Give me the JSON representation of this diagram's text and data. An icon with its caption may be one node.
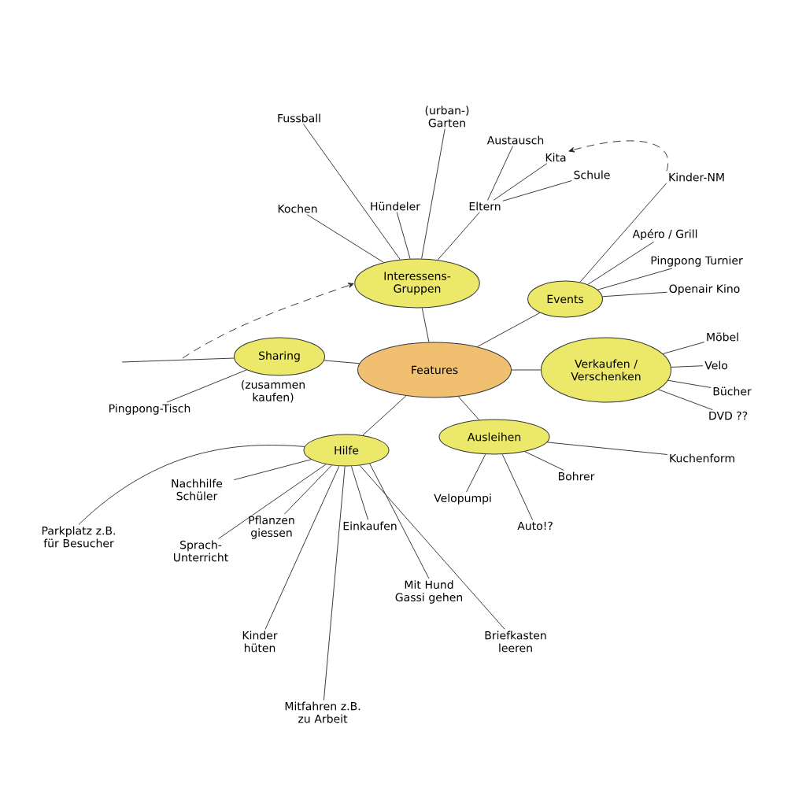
{
  "diagram": {
    "nodes": [
      {
        "text": [
          "Features"
        ]
      },
      {
        "text": [
          "Interessens-Gruppen"
        ]
      },
      {
        "text": [
          "Kochen"
        ]
      },
      {
        "text": [
          "Fussball"
        ]
      },
      {
        "text": [
          "(urban-) Garten"
        ]
      },
      {
        "text": [
          "Hündeler"
        ]
      },
      {
        "text": [
          "Eltern"
        ]
      },
      {
        "text": [
          "Austausch"
        ]
      },
      {
        "text": [
          "Kita"
        ]
      },
      {
        "text": [
          "Schule"
        ]
      },
      {
        "text": [
          "Kinder-NM"
        ]
      },
      {
        "text": [
          "Events"
        ]
      },
      {
        "text": [
          "Apéro / Grill"
        ]
      },
      {
        "text": [
          "Pingpong Turnier"
        ]
      },
      {
        "text": [
          "Openair Kino"
        ]
      },
      {
        "text": [
          "Sharing"
        ],
        "beside": [
          "(zusammen kaufen)"
        ]
      },
      {
        "text": [
          "Pingpong-Tisch"
        ]
      },
      {
        "text": [
          "Verkaufen / Verschenken"
        ]
      },
      {
        "text": [
          "Möbel"
        ]
      },
      {
        "text": [
          "Velo"
        ]
      },
      {
        "text": [
          "Bücher"
        ]
      },
      {
        "text": [
          "DVD ??"
        ]
      },
      {
        "text": [
          "Ausleihen"
        ]
      },
      {
        "text": [
          "Velopumpi"
        ]
      },
      {
        "text": [
          "Auto!?"
        ]
      },
      {
        "text": [
          "Bohrer"
        ]
      },
      {
        "text": [
          "Kuchenform"
        ]
      },
      {
        "text": [
          "Hilfe"
        ]
      },
      {
        "text": [
          "Parkplatz z.B. für Besucher"
        ]
      },
      {
        "text": [
          "Nachhilfe Schüler"
        ]
      },
      {
        "text": [
          "Sprach-Unterricht"
        ]
      },
      {
        "text": [
          "Pflanzen giessen"
        ]
      },
      {
        "text": [
          "Einkaufen"
        ]
      },
      {
        "text": [
          "Mit Hund Gassi gehen"
        ]
      },
      {
        "text": [
          "Kinder hüten"
        ]
      },
      {
        "text": [
          "Mitfahren z.B. zu Arbeit"
        ]
      },
      {
        "text": [
          "Briefkasten leeren"
        ]
      }
    ],
    "edges": [
      {
        "from": 1,
        "to": 0,
        "arrow": "none"
      },
      {
        "from": 0,
        "to": 15,
        "arrow": "none"
      },
      {
        "from": 0,
        "to": 27,
        "arrow": "none"
      },
      {
        "from": 0,
        "to": 22,
        "arrow": "none"
      },
      {
        "from": 0,
        "to": 11,
        "arrow": "none"
      },
      {
        "from": 0,
        "to": 17,
        "arrow": "none"
      },
      {
        "from": 1,
        "to": 2,
        "arrow": "none"
      },
      {
        "from": 1,
        "to": 3,
        "arrow": "none"
      },
      {
        "from": 1,
        "to": 4,
        "arrow": "none"
      },
      {
        "from": 1,
        "to": 5,
        "arrow": "none"
      },
      {
        "from": 1,
        "to": 6,
        "arrow": "none"
      },
      {
        "from": 6,
        "to": 7,
        "arrow": "none"
      },
      {
        "from": 6,
        "to": 8,
        "arrow": "none"
      },
      {
        "from": 6,
        "to": 9,
        "arrow": "none"
      },
      {
        "from": 10,
        "to": 8,
        "arrow": "to",
        "style": "dashed"
      },
      {
        "from": 11,
        "to": 10,
        "arrow": "none"
      },
      {
        "from": 11,
        "to": 12,
        "arrow": "none"
      },
      {
        "from": 11,
        "to": 13,
        "arrow": "none"
      },
      {
        "from": 11,
        "to": 14,
        "arrow": "none"
      },
      {
        "from": 15,
        "to": 16,
        "arrow": "none"
      },
      {
        "from": null,
        "to": 15,
        "arrow": "none"
      },
      {
        "from": null,
        "to": 1,
        "arrow": "to",
        "style": "dashed"
      },
      {
        "from": 17,
        "to": 18,
        "arrow": "none"
      },
      {
        "from": 17,
        "to": 19,
        "arrow": "none"
      },
      {
        "from": 17,
        "to": 20,
        "arrow": "none"
      },
      {
        "from": 17,
        "to": 21,
        "arrow": "none"
      },
      {
        "from": 22,
        "to": 23,
        "arrow": "none"
      },
      {
        "from": 22,
        "to": 24,
        "arrow": "none"
      },
      {
        "from": 22,
        "to": 25,
        "arrow": "none"
      },
      {
        "from": 22,
        "to": 26,
        "arrow": "none"
      },
      {
        "from": 27,
        "to": 28,
        "arrow": "none"
      },
      {
        "from": 27,
        "to": 29,
        "arrow": "none"
      },
      {
        "from": 27,
        "to": 30,
        "arrow": "none"
      },
      {
        "from": 27,
        "to": 31,
        "arrow": "none"
      },
      {
        "from": 27,
        "to": 32,
        "arrow": "none"
      },
      {
        "from": 27,
        "to": 33,
        "arrow": "none"
      },
      {
        "from": 27,
        "to": 34,
        "arrow": "none"
      },
      {
        "from": 27,
        "to": 35,
        "arrow": "none"
      },
      {
        "from": 27,
        "to": 36,
        "arrow": "none"
      }
    ]
  }
}
